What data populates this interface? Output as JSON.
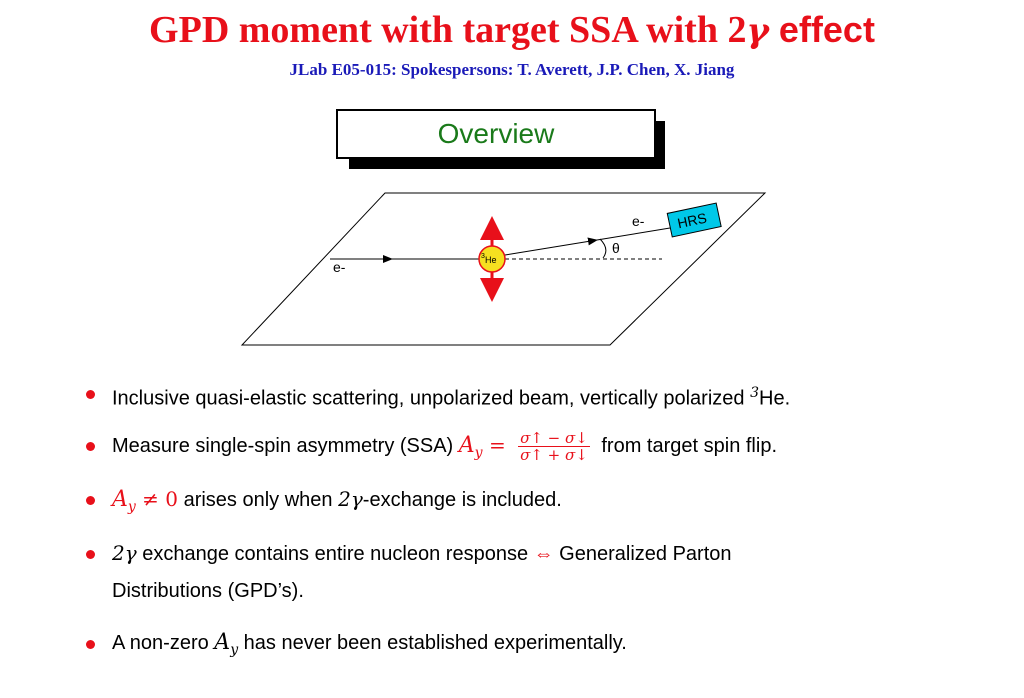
{
  "header": {
    "title_main": "GPD moment with target SSA with 2",
    "title_gamma": "γ",
    "title_effect": " effect",
    "subtitle": "JLab E05-015: Spokespersons: T. Averett, J.P. Chen, X. Jiang"
  },
  "overview_label": "Overview",
  "diagram": {
    "incoming_label": "e-",
    "outgoing_label": "e-",
    "detector_label": "HRS",
    "angle_label": "θ",
    "target_label_sup": "3",
    "target_label": "He"
  },
  "bullets": [
    {
      "text": "Inclusive quasi-elastic scattering, unpolarized beam, vertically polarized ",
      "sup": "3",
      "tail": "He."
    },
    {
      "pre": "Measure single-spin asymmetry (SSA) ",
      "math": "A",
      "math_sub": "y",
      "eq": " = ",
      "frac_num": "σ↑ − σ↓",
      "frac_den": "σ↑ + σ↓",
      "post": " from target spin flip."
    },
    {
      "math": "A",
      "math_sub": "y",
      "math2": " ≠ 0",
      "post": " arises only when ",
      "mathb": "2γ",
      "tail": "-exchange is included."
    },
    {
      "mathb": "2γ",
      "post": " exchange contains entire nucleon response ",
      "arrow": "⇔",
      "tail": " Generalized Parton",
      "line2": "Distributions (GPD’s)."
    },
    {
      "pre": "A non-zero ",
      "mathb": "A",
      "mathb_sub": "y",
      "post": " has never been established experimentally."
    }
  ]
}
